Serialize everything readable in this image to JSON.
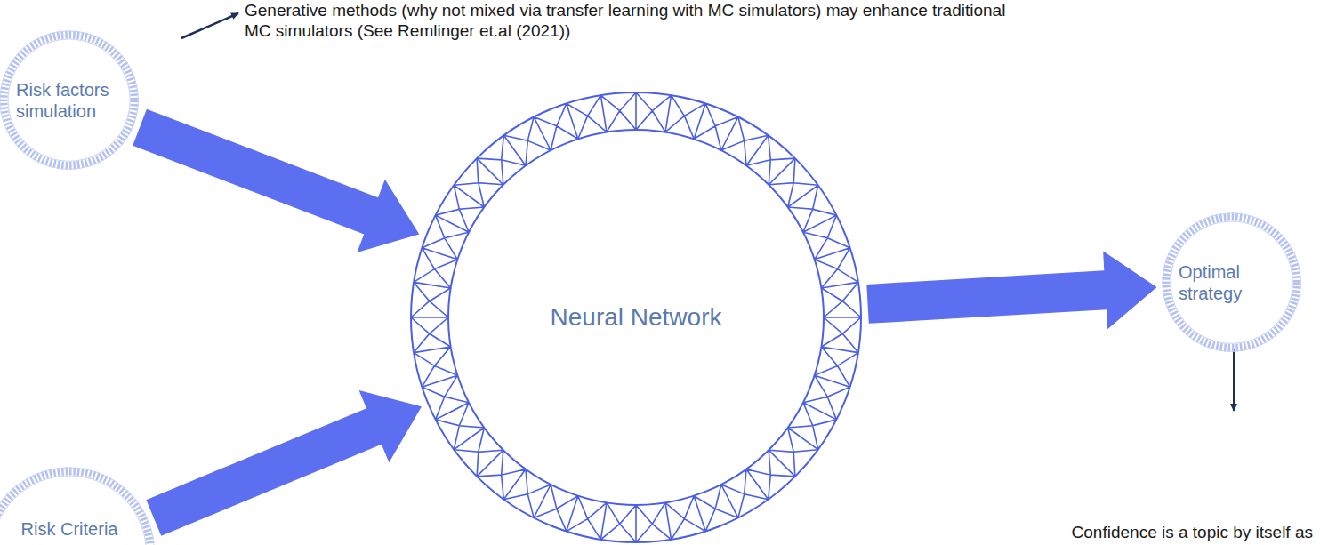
{
  "diagram": {
    "nodes": [
      {
        "text": [
          "Risk factors simulation"
        ]
      },
      {
        "text": [
          "Neural Network"
        ]
      },
      {
        "text": [
          "Optimal strategy"
        ]
      },
      {
        "text": [
          "Risk Criteria"
        ]
      }
    ],
    "edges": [
      {
        "from": 0,
        "to": 1,
        "arrow": "to"
      },
      {
        "from": 3,
        "to": 1,
        "arrow": "to"
      },
      {
        "from": 1,
        "to": 2,
        "arrow": "to"
      }
    ],
    "labels": [
      "Generative methods (why not mixed via transfer learning with MC simulators)  may enhance traditional MC simulators (See Remlinger et.al (2021))",
      "Confidence is a topic by itself as"
    ]
  }
}
